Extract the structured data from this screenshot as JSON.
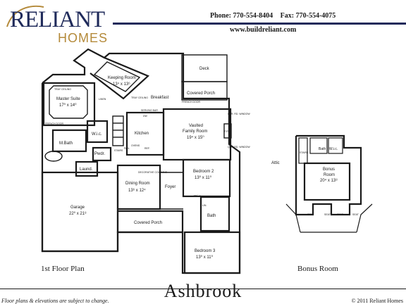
{
  "header": {
    "logo_top": "RELIANT",
    "logo_bottom": "HOMES",
    "phone": "Phone: 770-554-8404",
    "fax": "Fax: 770-554-4075",
    "website": "www.buildreliant.com"
  },
  "rooms": {
    "deck": "Deck",
    "keeping": "Keeping Room",
    "keeping_size": "13⁴ x 13⁶",
    "covered_porch_rear": "Covered Porch",
    "breakfast": "Breakfast",
    "master": "Master Suite",
    "master_size": "17⁰ x 14⁰",
    "tray_ceiling_master": "TRAY CEILING",
    "tray_ceiling_keeping": "TRAY CEILING",
    "linen_master": "LINEN",
    "french_door_master": "FRENCH DOOR",
    "french_door_porch": "FRENCH DOOR",
    "serving_bar": "SERVING BAR",
    "vaulted": "Vaulted",
    "family": "Family Room",
    "family_size": "19⁴ x 15⁰",
    "qtr_window_1": "QTR. RD. WINDOW",
    "qtr_window_2": "QTR. RD. WINDOW",
    "fp": "F.P.",
    "wic_master": "W.i.c.",
    "kitchen": "Kitchen",
    "mbath": "M.Bath",
    "pwdr": "Pwdr.",
    "laund": "Laund.",
    "dining": "Dining Room",
    "dining_size": "13⁶ x 12⁴",
    "decorative_columns": "DECORATIVE COLUMNS",
    "foyer": "Foyer",
    "bed2": "Bedroom 2",
    "bed2_size": "13⁰ x 11⁰",
    "garage": "Garage",
    "garage_size": "22⁰ x 21⁸",
    "covered_porch_front": "Covered Porch",
    "bath": "Bath",
    "wic_bed": "W.i.c.",
    "lin": "LIN.",
    "bed3": "Bedroom 3",
    "bed3_size": "13⁰ x 11⁰",
    "pantry": "PAN.",
    "ovens": "OVENS",
    "ref": "REF.",
    "dw": "DW",
    "stairs": "STAIRS",
    "attic": "Attic",
    "bonus_room": "Bonus",
    "bonus_room2": "Room",
    "bonus_size": "20⁴ x 13⁸",
    "bonus_bath": "Bath",
    "bonus_wic": "W.i.c.",
    "bonus_stairs": "STAIRS",
    "seat_left": "SEAT",
    "seat_mid_l": "SEAT",
    "seat_mid_r": "SEAT",
    "seat_right": "SEAT"
  },
  "captions": {
    "first_floor": "1st Floor Plan",
    "bonus": "Bonus Room"
  },
  "title": "Ashbrook",
  "footer": {
    "disclaimer": "Floor plans & elevations are subject to change.",
    "copyright": "© 2011 Reliant Homes"
  }
}
